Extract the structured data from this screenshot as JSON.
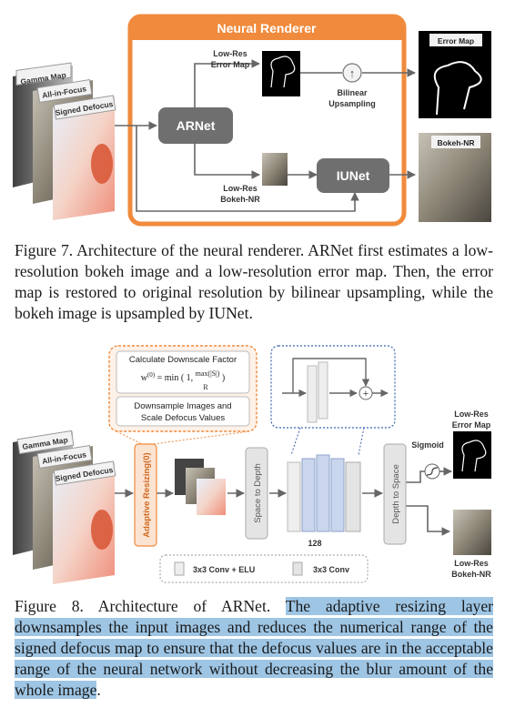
{
  "figure7": {
    "panel_title": "Neural Renderer",
    "inputs": [
      "Gamma Map",
      "All-in-Focus",
      "Signed Defocus"
    ],
    "arnet": "ARNet",
    "iunet": "IUNet",
    "lowres_error": [
      "Low-Res",
      "Error Map"
    ],
    "lowres_bokeh": [
      "Low-Res",
      "Bokeh-NR"
    ],
    "bilinear": [
      "Bilinear",
      "Upsampling"
    ],
    "upsample_symbol": "↑",
    "out_error": "Error Map",
    "out_bokeh": "Bokeh-NR",
    "caption": "Figure 7.  Architecture of the neural renderer.  ARNet first estimates a low-resolution bokeh image and a low-resolution error map. Then, the error map is restored to original resolution by bilinear upsampling, while the bokeh image is upsampled by IUNet."
  },
  "figure8": {
    "inputs": [
      "Gamma Map",
      "All-in-Focus",
      "Signed Defocus"
    ],
    "adaptive": "Adaptive Resizing(0)",
    "callout_title": "Calculate Downscale Factor",
    "formula": "w(0) = min(1, max(|S|) / R)",
    "callout_desc": [
      "Downsample Images and",
      "Scale Defocus Values"
    ],
    "space_to_depth": "Space to Depth",
    "depth_to_space": "Depth to Space",
    "channels": "128",
    "sigmoid": "Sigmoid",
    "out_error": [
      "Low-Res",
      "Error Map"
    ],
    "out_bokeh": [
      "Low-Res",
      "Bokeh-NR"
    ],
    "legend_conv_elu": "3x3 Conv + ELU",
    "legend_conv": "3x3 Conv",
    "caption_lead": "Figure 8.  Architecture of ARNet. ",
    "caption_highlight": "The adaptive resizing layer downsamples the input images and reduces the numerical range of the signed defocus map to ensure that the defocus values are in the acceptable range of the neural network without decreasing the blur amount of the whole image",
    "caption_end": "."
  },
  "colors": {
    "orange": "#f08a3c",
    "orange_light": "#fbe3d2",
    "gray_block": "#6f6f6f",
    "blue_block": "#c9d6ee",
    "highlight": "#9ec5e4"
  }
}
